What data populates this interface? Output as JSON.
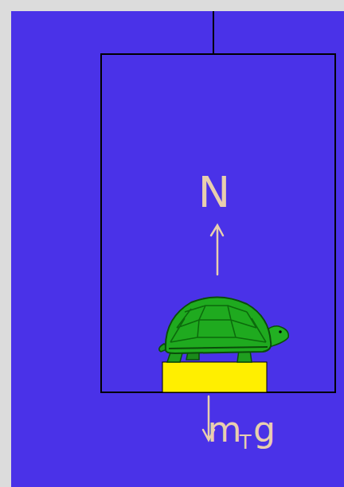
{
  "diagram": {
    "labels": [
      "N",
      "m",
      "T",
      "g"
    ]
  }
}
